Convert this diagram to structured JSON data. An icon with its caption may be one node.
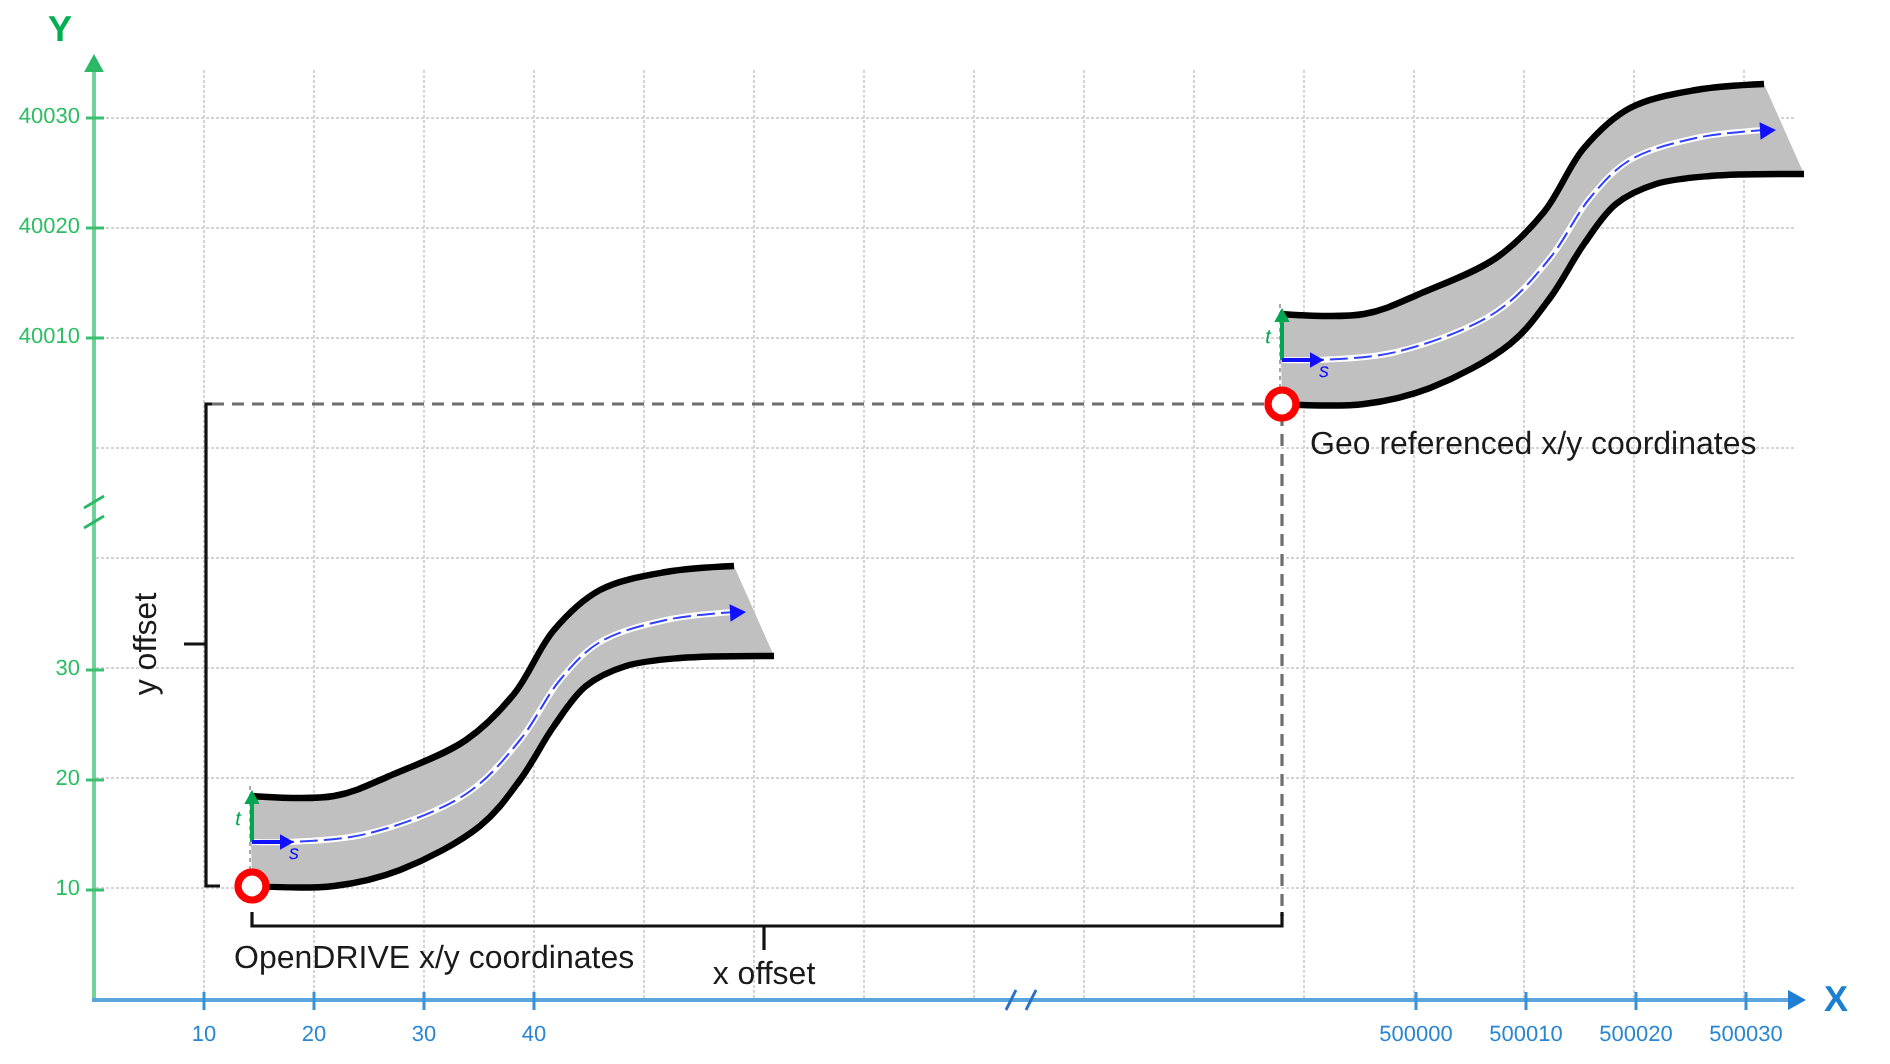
{
  "diagram": {
    "labels": [
      "Y",
      "40030",
      "40020",
      "40010",
      "t",
      "s",
      "Geo referenced x/y coordinates",
      "y offset",
      "30",
      "20",
      "t",
      "s",
      "10",
      "OpenDRIVE x/y coordinates",
      "x offset",
      "X",
      "10",
      "20",
      "30",
      "40",
      "500000",
      "500010",
      "500020",
      "500030"
    ]
  }
}
